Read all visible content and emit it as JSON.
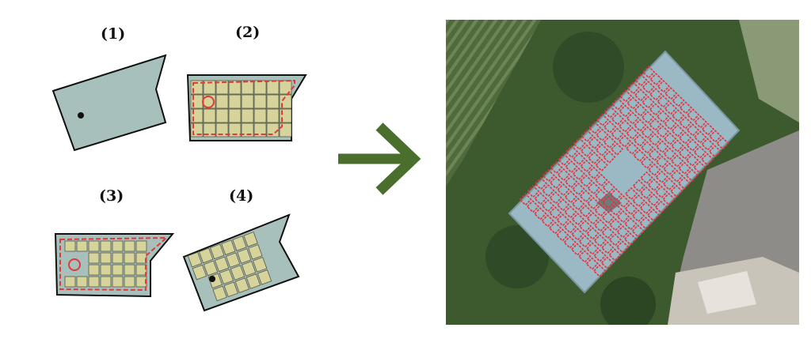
{
  "steps": [
    {
      "label": "(1)"
    },
    {
      "label": "(2)"
    },
    {
      "label": "(3)"
    },
    {
      "label": "(4)"
    }
  ],
  "colors": {
    "roof_fill": "#a8c0bc",
    "roof_stroke": "#111111",
    "panel_fill": "#d6d49a",
    "panel_stroke": "#555544",
    "obstacle_stroke": "#e03a3a",
    "arrow": "#4a6f2c",
    "photo_panel": "#e8303a"
  },
  "icons": {
    "arrow": "right-arrow-icon",
    "obstacle_point": "dot-icon"
  }
}
